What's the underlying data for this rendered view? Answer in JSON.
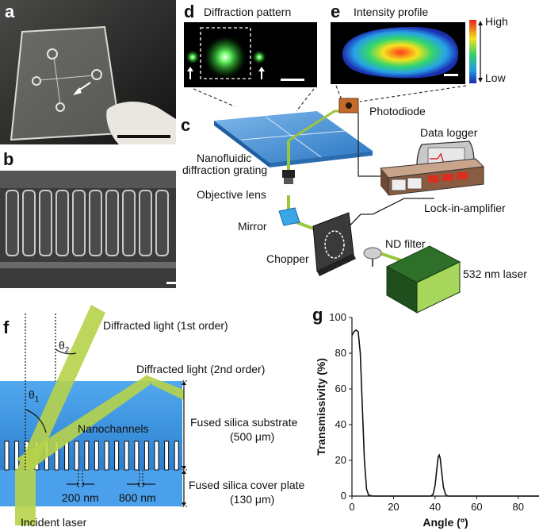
{
  "panels": {
    "a": {
      "label": "a"
    },
    "b": {
      "label": "b"
    },
    "c": {
      "label": "c"
    },
    "d": {
      "label": "d",
      "title": "Diffraction pattern"
    },
    "e": {
      "label": "e",
      "title": "Intensity profile",
      "scale_high": "High",
      "scale_low": "Low"
    },
    "f": {
      "label": "f"
    },
    "g": {
      "label": "g"
    }
  },
  "setup_labels": {
    "photodiode": "Photodiode",
    "data_logger": "Data logger",
    "grating_line1": "Nanofluidic",
    "grating_line2": "diffraction grating",
    "objective": "Objective lens",
    "mirror": "Mirror",
    "lock_in": "Lock-in-amplifier",
    "nd_filter": "ND filter",
    "chopper": "Chopper",
    "laser": "532 nm laser"
  },
  "schematic_labels": {
    "diffracted_1": "Diffracted light (1st order)",
    "diffracted_2": "Diffracted light (2nd order)",
    "theta2": "θ",
    "theta2_sub": "2",
    "theta1": "θ",
    "theta1_sub": "1",
    "nanochannels": "Nanochannels",
    "substrate_line1": "Fused silica substrate",
    "substrate_line2": "(500 μm)",
    "cover_line1": "Fused silica cover plate",
    "cover_line2": "(130 μm)",
    "width_200": "200 nm",
    "width_800": "800 nm",
    "incident": "Incident laser"
  },
  "colors": {
    "laser_green": "#9ac63c",
    "glass_blue": "#3f8fd4",
    "chart_line": "#111111"
  },
  "chart_data": {
    "type": "line",
    "xlabel": "Angle (º)",
    "ylabel": "Transmissivity (%)",
    "xlim": [
      0,
      90
    ],
    "ylim": [
      0,
      100
    ],
    "xticks": [
      0,
      20,
      40,
      60,
      80
    ],
    "yticks": [
      0,
      20,
      40,
      60,
      80,
      100
    ],
    "grid": false,
    "x": [
      0,
      1,
      2,
      3,
      4,
      5,
      6,
      7,
      8,
      10,
      20,
      30,
      38,
      39,
      40,
      41,
      41.5,
      42,
      42.5,
      43,
      44,
      45,
      46,
      50,
      60,
      70,
      80,
      90
    ],
    "y": [
      90,
      92,
      93,
      92,
      80,
      50,
      20,
      4,
      0.5,
      0,
      0,
      0,
      0,
      1,
      6,
      17,
      22,
      23,
      21,
      15,
      5,
      1,
      0,
      0,
      0,
      0,
      0,
      0
    ]
  }
}
